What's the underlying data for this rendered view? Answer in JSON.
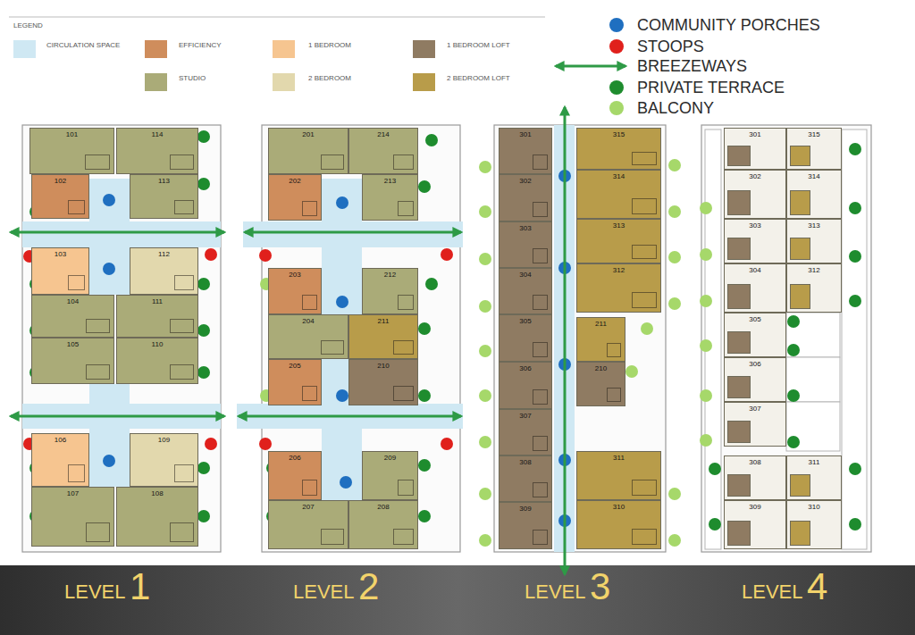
{
  "diagram": {
    "nodes": [
      {
        "text": [
          "101"
        ]
      },
      {
        "text": [
          "114"
        ]
      },
      {
        "text": [
          "102"
        ]
      },
      {
        "text": [
          "113"
        ]
      },
      {
        "text": [
          "103"
        ]
      },
      {
        "text": [
          "112"
        ]
      },
      {
        "text": [
          "104"
        ]
      },
      {
        "text": [
          "111"
        ]
      },
      {
        "text": [
          "105"
        ]
      },
      {
        "text": [
          "110"
        ]
      },
      {
        "text": [
          "106"
        ]
      },
      {
        "text": [
          "109"
        ]
      },
      {
        "text": [
          "107"
        ]
      },
      {
        "text": [
          "108"
        ]
      },
      {
        "text": [
          "201"
        ]
      },
      {
        "text": [
          "214"
        ]
      },
      {
        "text": [
          "202"
        ]
      },
      {
        "text": [
          "213"
        ]
      },
      {
        "text": [
          "203"
        ]
      },
      {
        "text": [
          "212"
        ]
      },
      {
        "text": [
          "204"
        ]
      },
      {
        "text": [
          "211"
        ]
      },
      {
        "text": [
          "205"
        ]
      },
      {
        "text": [
          "210"
        ]
      },
      {
        "text": [
          "206"
        ]
      },
      {
        "text": [
          "209"
        ]
      },
      {
        "text": [
          "207"
        ]
      },
      {
        "text": [
          "208"
        ]
      },
      {
        "text": [
          "301"
        ]
      },
      {
        "text": [
          "302"
        ]
      },
      {
        "text": [
          "303"
        ]
      },
      {
        "text": [
          "304"
        ]
      },
      {
        "text": [
          "305"
        ]
      },
      {
        "text": [
          "306"
        ]
      },
      {
        "text": [
          "307"
        ]
      },
      {
        "text": [
          "308"
        ]
      },
      {
        "text": [
          "309"
        ]
      },
      {
        "text": [
          "315"
        ]
      },
      {
        "text": [
          "314"
        ]
      },
      {
        "text": [
          "313"
        ]
      },
      {
        "text": [
          "312"
        ]
      },
      {
        "text": [
          "211"
        ]
      },
      {
        "text": [
          "210"
        ]
      },
      {
        "text": [
          "311"
        ]
      },
      {
        "text": [
          "310"
        ]
      },
      {
        "text": [
          "301"
        ]
      },
      {
        "text": [
          "315"
        ]
      },
      {
        "text": [
          "302"
        ]
      },
      {
        "text": [
          "314"
        ]
      },
      {
        "text": [
          "303"
        ]
      },
      {
        "text": [
          "313"
        ]
      },
      {
        "text": [
          "304"
        ]
      },
      {
        "text": [
          "312"
        ]
      },
      {
        "text": [
          "305"
        ]
      },
      {
        "text": [
          "306"
        ]
      },
      {
        "text": [
          "307"
        ]
      },
      {
        "text": [
          "308"
        ]
      },
      {
        "text": [
          "311"
        ]
      },
      {
        "text": [
          "309"
        ]
      },
      {
        "text": [
          "310"
        ]
      }
    ],
    "labels": [
      "LEGEND",
      "LEVEL",
      "1",
      "LEVEL",
      "2",
      "LEVEL",
      "3",
      "LEVEL",
      "4"
    ],
    "legend": [
      {
        "text": "CIRCULATION SPACE",
        "color": "#cfe8f3"
      },
      {
        "text": "EFFICIENCY",
        "color": "#cf8d5c"
      },
      {
        "text": "1 BEDROOM",
        "color": "#f6c590"
      },
      {
        "text": "1 BEDROOM LOFT",
        "color": "#8f7b62"
      },
      {
        "text": "STUDIO",
        "color": "#aaab78"
      },
      {
        "text": "2 BEDROOM",
        "color": "#e2d8ad"
      },
      {
        "text": "2 BEDROOM LOFT",
        "color": "#b89c4a"
      },
      {
        "text": "COMMUNITY PORCHES",
        "color": "#1f6fc0"
      },
      {
        "text": "STOOPS",
        "color": "#e0201c"
      },
      {
        "text": "BREEZEWAYS"
      },
      {
        "text": "PRIVATE TERRACE",
        "color": "#1e8c2e"
      },
      {
        "text": "BALCONY",
        "color": "#a6d86a"
      }
    ]
  }
}
